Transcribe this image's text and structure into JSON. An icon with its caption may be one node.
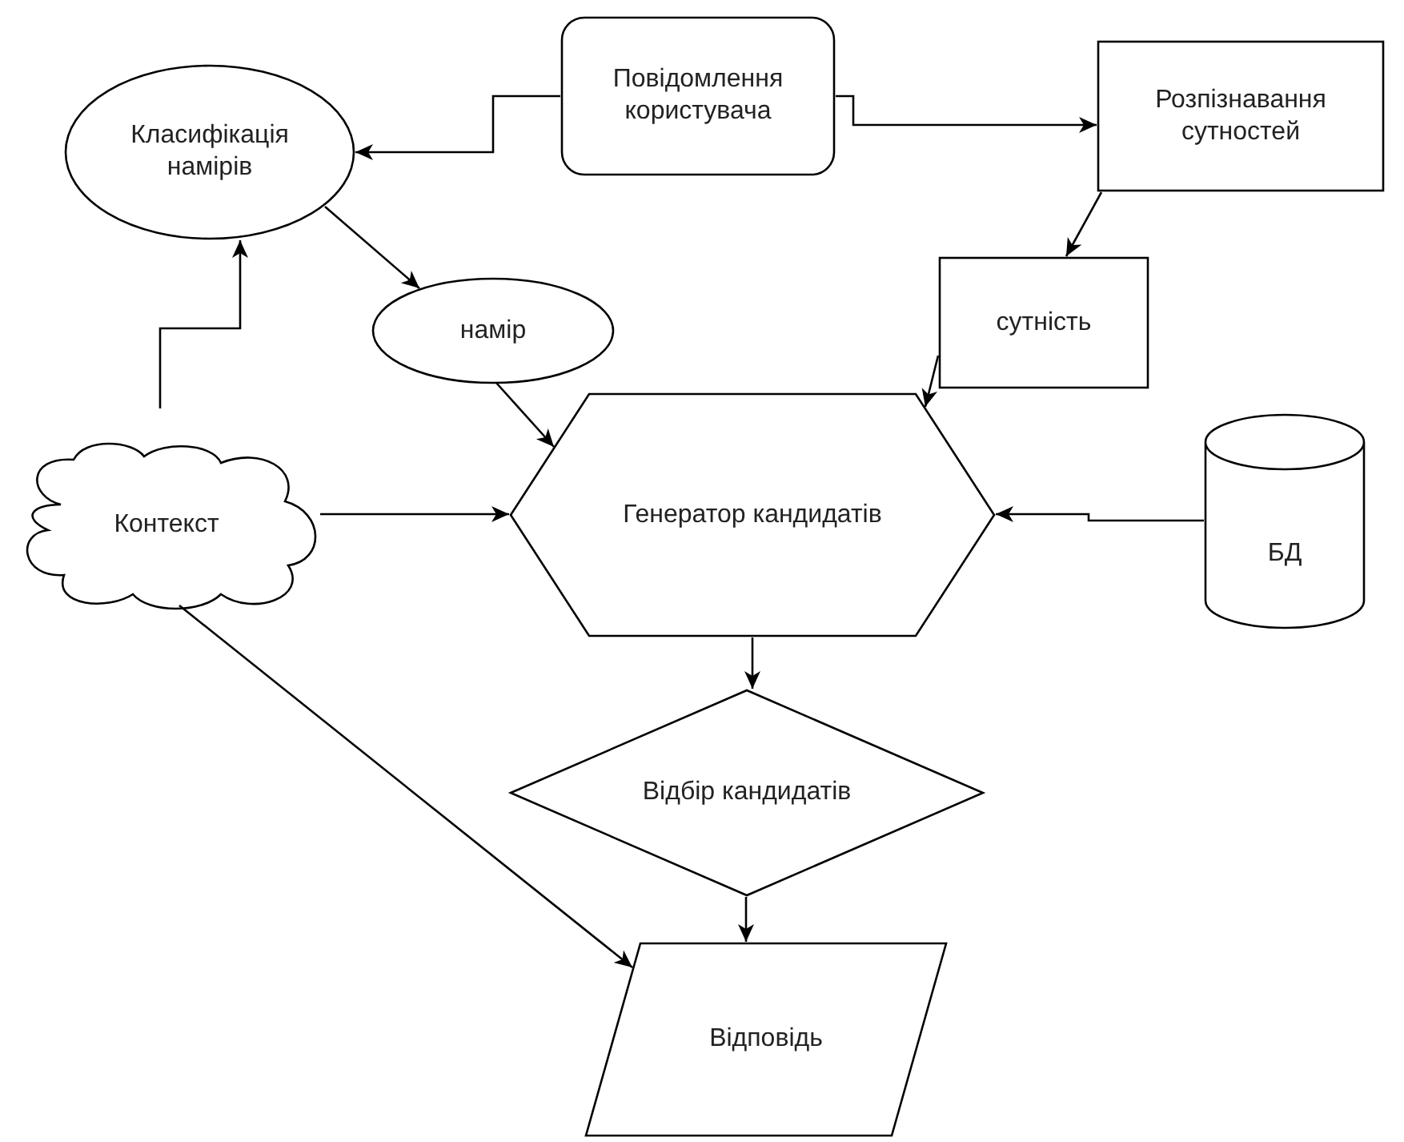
{
  "diagram": {
    "nodes": [
      {
        "text": [
          "Класифікація намірів"
        ]
      },
      {
        "text": [
          "Повідомлення користувача"
        ]
      },
      {
        "text": [
          "Розпізнавання сутностей"
        ]
      },
      {
        "text": [
          "намір"
        ]
      },
      {
        "text": [
          "сутність"
        ]
      },
      {
        "text": [
          "Контекст"
        ]
      },
      {
        "text": [
          "Генератор кандидатів"
        ]
      },
      {
        "text": [
          "БД"
        ]
      },
      {
        "text": [
          "Відбір кандидатів"
        ]
      },
      {
        "text": [
          "Відповідь"
        ]
      }
    ],
    "edges": [
      {
        "from": 1,
        "to": 0,
        "arrow": "to"
      },
      {
        "from": 1,
        "to": 2,
        "arrow": "to"
      },
      {
        "from": 2,
        "to": 4,
        "arrow": "to"
      },
      {
        "from": 0,
        "to": 3,
        "arrow": "to"
      },
      {
        "from": 5,
        "to": 0,
        "arrow": "to"
      },
      {
        "from": 3,
        "to": 6,
        "arrow": "to"
      },
      {
        "from": 4,
        "to": 6,
        "arrow": "to"
      },
      {
        "from": 5,
        "to": 6,
        "arrow": "to"
      },
      {
        "from": 7,
        "to": 6,
        "arrow": "to"
      },
      {
        "from": 6,
        "to": 8,
        "arrow": "to"
      },
      {
        "from": 8,
        "to": 9,
        "arrow": "to"
      },
      {
        "from": 5,
        "to": 9,
        "arrow": "to"
      }
    ]
  }
}
